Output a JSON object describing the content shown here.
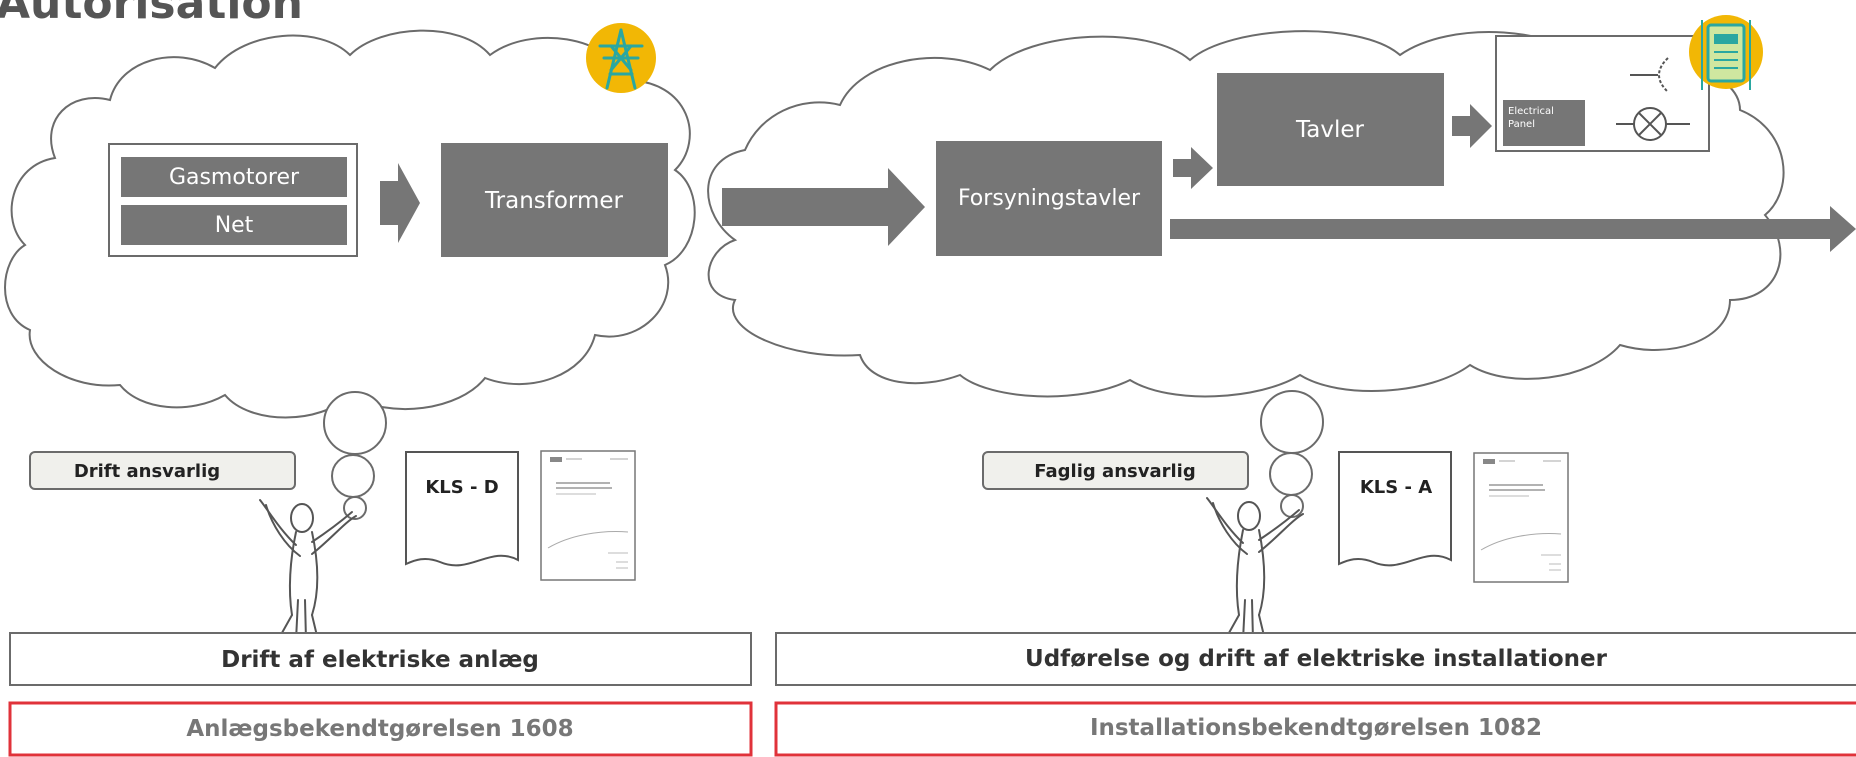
{
  "page_title": "Autorisation",
  "left_group": {
    "sources": [
      "Gasmotorer",
      "Net"
    ],
    "transformer": "Transformer"
  },
  "right_group": {
    "supply": "Forsyningstavler",
    "panels": "Tavler",
    "panel_card_label": "Electrical Panel"
  },
  "left_person": {
    "role": "Drift ansvarlig",
    "doc_code": "KLS - D"
  },
  "right_person": {
    "role": "Faglig ansvarlig",
    "doc_code": "KLS - A"
  },
  "scope": {
    "left": "Drift af elektriske anlæg",
    "right": "Udførelse og drift af elektriske installationer"
  },
  "regulation": {
    "left": "Anlægsbekendtgørelsen 1608",
    "right": "Installationsbekendtgørelsen 1082"
  },
  "colors": {
    "box_gray": "#767676",
    "outline": "#6b6b6b",
    "regulation_border": "#e0323a",
    "icon_yellow": "#f2b705",
    "icon_teal": "#2aa7a1"
  }
}
